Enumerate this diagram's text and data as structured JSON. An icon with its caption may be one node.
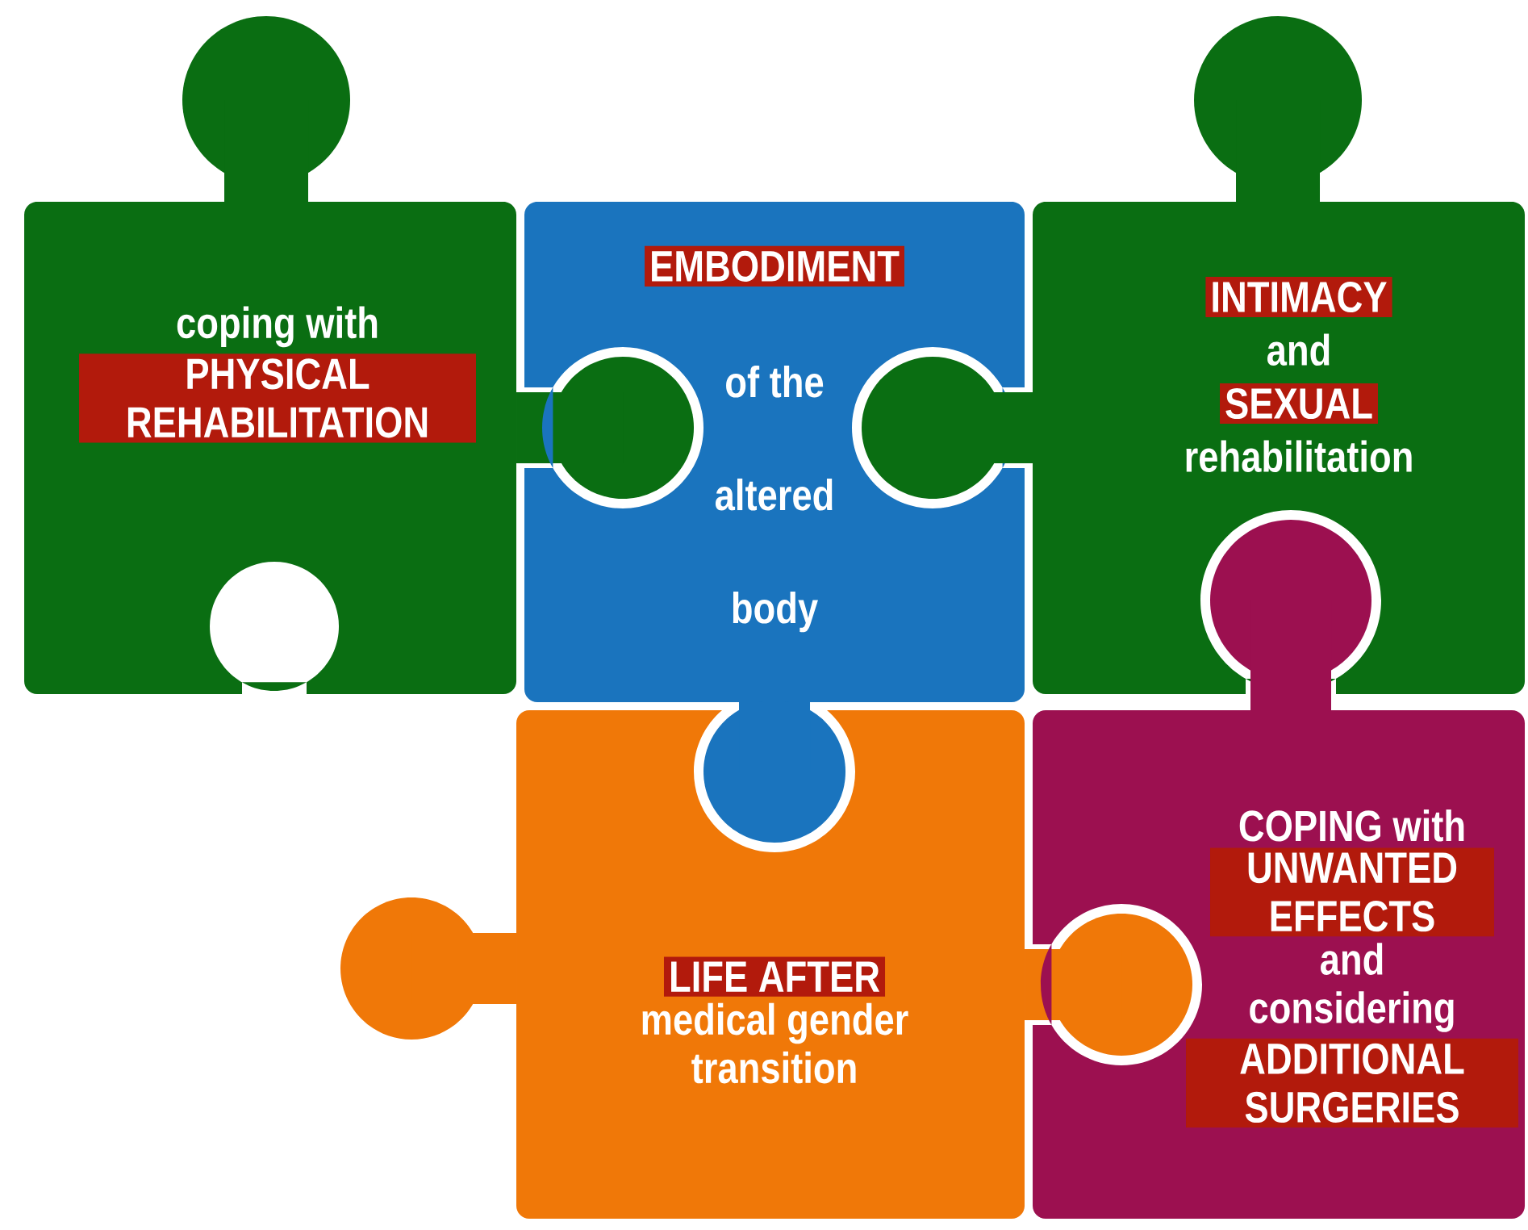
{
  "diagram": {
    "nodes": [
      {
        "text": [
          "coping with",
          "PHYSICAL REHABILITATION"
        ]
      },
      {
        "text": [
          "EMBODIMENT",
          "of the altered body"
        ]
      },
      {
        "text": [
          "INTIMACY",
          "and",
          "SEXUAL",
          "rehabilitation"
        ]
      },
      {
        "text": [
          "LIFE AFTER",
          "medical gender transition"
        ]
      },
      {
        "text": [
          "COPING with",
          "UNWANTED EFFECTS",
          "and considering",
          "ADDITIONAL SURGERIES"
        ]
      }
    ]
  }
}
